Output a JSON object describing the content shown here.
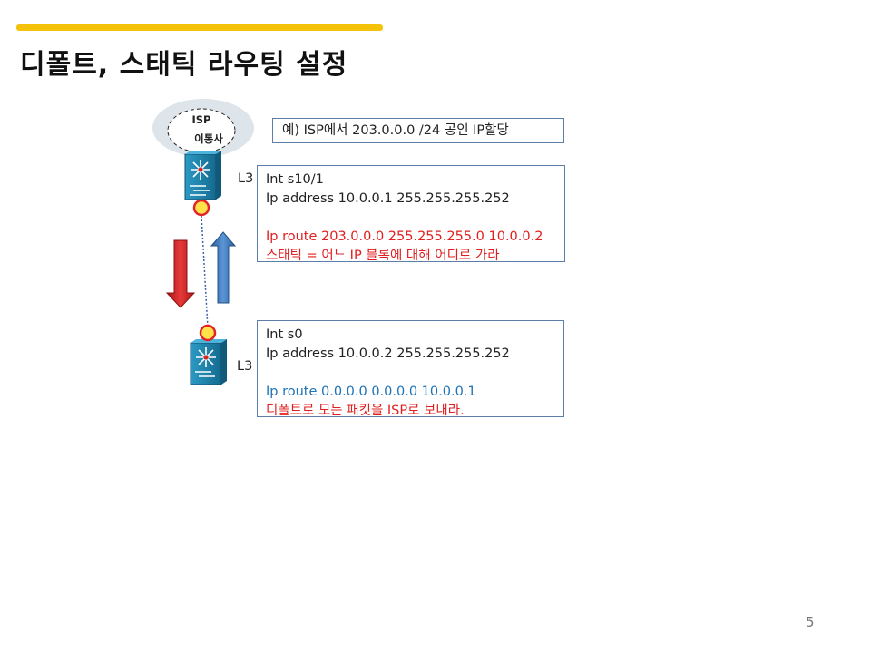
{
  "title": "디폴트, 스태틱 라우팅 설정",
  "isp_cloud": {
    "line1": "ISP",
    "line2": "이통사"
  },
  "note": "예) ISP에서 203.0.0.0 /24 공인 IP할당",
  "router_top": {
    "layer": "L3",
    "config": {
      "line1": "Int s10/1",
      "line2": "Ip address 10.0.0.1 255.255.255.252",
      "line3": "Ip route 203.0.0.0 255.255.255.0 10.0.0.2",
      "line4": "스태틱 = 어느 IP 블록에 대해 어디로 가라"
    }
  },
  "router_bottom": {
    "layer": "L3",
    "config": {
      "line1": "Int s0",
      "line2": "Ip address 10.0.0.2 255.255.255.252",
      "line3": "Ip route 0.0.0.0 0.0.0.0 10.0.0.1",
      "line4": "디폴트로 모든 패킷을 ISP로 보내라."
    }
  },
  "page_number": "5",
  "colors": {
    "title_bar": "#f5c20a",
    "static_route": "#e02020",
    "default_route": "#1f73b7",
    "down_arrow": "#d62828",
    "up_arrow": "#3a78c2",
    "router": "#1f7fa8"
  },
  "icons": {
    "router_top": "l3-switch-icon",
    "router_bottom": "l3-switch-icon",
    "down_arrow": "arrow-down-icon",
    "up_arrow": "arrow-up-icon"
  }
}
